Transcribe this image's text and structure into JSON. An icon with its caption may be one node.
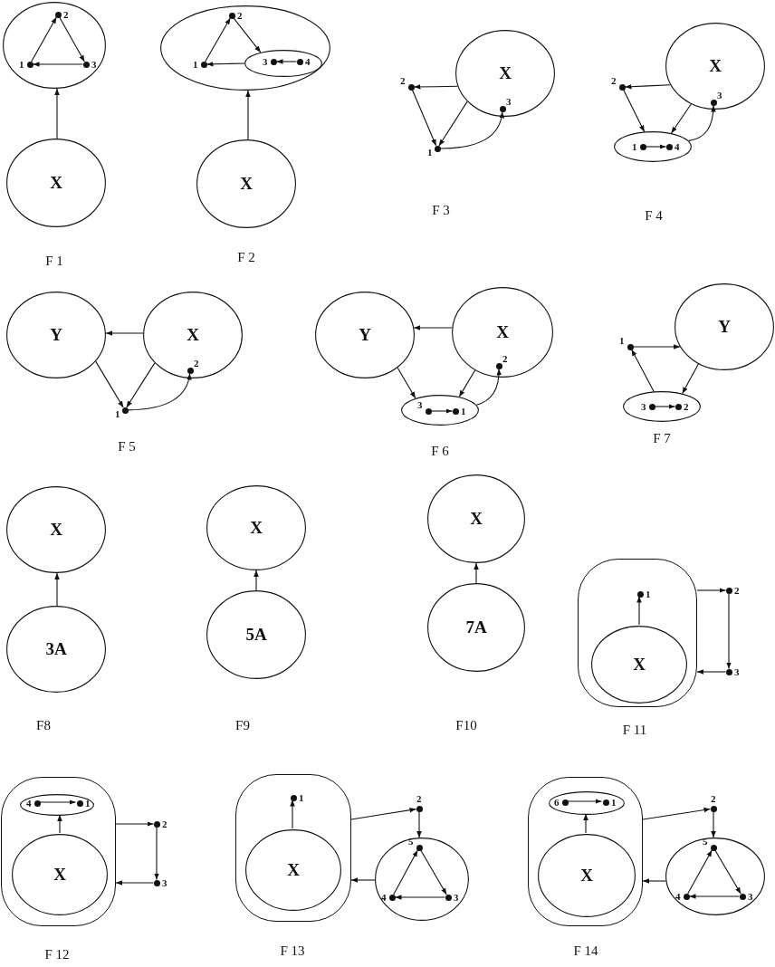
{
  "diagram": {
    "nodes": [
      {
        "text": [],
        "shape": "ellipse"
      },
      {
        "text": [],
        "shape": "dot",
        "in": 0,
        "beside": [
          "2"
        ]
      },
      {
        "text": [],
        "shape": "dot",
        "in": 0,
        "beside": [
          "1"
        ]
      },
      {
        "text": [],
        "shape": "dot",
        "in": 0,
        "beside": [
          "3"
        ]
      },
      {
        "text": [
          "X"
        ]
      },
      {
        "text": [],
        "shape": "ellipse"
      },
      {
        "text": [],
        "shape": "dot",
        "in": 5,
        "beside": [
          "2"
        ]
      },
      {
        "text": [],
        "shape": "dot",
        "in": 5,
        "beside": [
          "1"
        ]
      },
      {
        "text": [],
        "shape": "ellipse",
        "in": 5
      },
      {
        "text": [],
        "shape": "dot",
        "in": 8,
        "beside": [
          "3"
        ]
      },
      {
        "text": [],
        "shape": "dot",
        "in": 8,
        "beside": [
          "4"
        ]
      },
      {
        "text": [
          "X"
        ]
      },
      {
        "text": [
          "X"
        ]
      },
      {
        "text": [],
        "shape": "dot",
        "beside": [
          "2"
        ]
      },
      {
        "text": [],
        "shape": "dot",
        "in": 12,
        "beside": [
          "3"
        ]
      },
      {
        "text": [],
        "shape": "dot",
        "beside": [
          "1"
        ]
      },
      {
        "text": [
          "X"
        ]
      },
      {
        "text": [],
        "shape": "dot",
        "beside": [
          "2"
        ]
      },
      {
        "text": [],
        "shape": "dot",
        "in": 16,
        "beside": [
          "3"
        ]
      },
      {
        "text": [],
        "shape": "ellipse"
      },
      {
        "text": [],
        "shape": "dot",
        "in": 19,
        "beside": [
          "1"
        ]
      },
      {
        "text": [],
        "shape": "dot",
        "in": 19,
        "beside": [
          "4"
        ]
      },
      {
        "text": [
          "Y"
        ]
      },
      {
        "text": [
          "X"
        ]
      },
      {
        "text": [],
        "shape": "dot",
        "in": 23,
        "beside": [
          "2"
        ]
      },
      {
        "text": [],
        "shape": "dot",
        "beside": [
          "1"
        ]
      },
      {
        "text": [
          "Y"
        ]
      },
      {
        "text": [
          "X"
        ]
      },
      {
        "text": [],
        "shape": "dot",
        "in": 27,
        "beside": [
          "2"
        ]
      },
      {
        "text": [],
        "shape": "ellipse"
      },
      {
        "text": [],
        "shape": "dot",
        "in": 29,
        "beside": [
          "3"
        ]
      },
      {
        "text": [],
        "shape": "dot",
        "in": 29,
        "beside": [
          "1"
        ]
      },
      {
        "text": [],
        "shape": "dot",
        "beside": [
          "1"
        ]
      },
      {
        "text": [
          "Y"
        ]
      },
      {
        "text": [],
        "shape": "ellipse"
      },
      {
        "text": [],
        "shape": "dot",
        "in": 34,
        "beside": [
          "3"
        ]
      },
      {
        "text": [],
        "shape": "dot",
        "in": 34,
        "beside": [
          "2"
        ]
      },
      {
        "text": [
          "X"
        ]
      },
      {
        "text": [
          "3A"
        ]
      },
      {
        "text": [
          "X"
        ]
      },
      {
        "text": [
          "5A"
        ]
      },
      {
        "text": [
          "X"
        ]
      },
      {
        "text": [
          "7A"
        ]
      },
      {
        "text": [],
        "shape": "box"
      },
      {
        "text": [],
        "shape": "dot",
        "in": 43,
        "beside": [
          "1"
        ]
      },
      {
        "text": [
          "X"
        ],
        "in": 43
      },
      {
        "text": [],
        "shape": "dot",
        "beside": [
          "2"
        ]
      },
      {
        "text": [],
        "shape": "dot",
        "beside": [
          "3"
        ]
      },
      {
        "text": [],
        "shape": "box"
      },
      {
        "text": [],
        "shape": "ellipse",
        "in": 48
      },
      {
        "text": [],
        "shape": "dot",
        "in": 49,
        "beside": [
          "4"
        ]
      },
      {
        "text": [],
        "shape": "dot",
        "in": 49,
        "beside": [
          "1"
        ]
      },
      {
        "text": [
          "X"
        ],
        "in": 48
      },
      {
        "text": [],
        "shape": "dot",
        "beside": [
          "2"
        ]
      },
      {
        "text": [],
        "shape": "dot",
        "beside": [
          "3"
        ]
      },
      {
        "text": [],
        "shape": "box"
      },
      {
        "text": [],
        "shape": "dot",
        "in": 55,
        "beside": [
          "1"
        ]
      },
      {
        "text": [
          "X"
        ],
        "in": 55
      },
      {
        "text": [],
        "shape": "dot",
        "beside": [
          "2"
        ]
      },
      {
        "text": [],
        "shape": "ellipse"
      },
      {
        "text": [],
        "shape": "dot",
        "in": 59,
        "beside": [
          "5"
        ]
      },
      {
        "text": [],
        "shape": "dot",
        "in": 59,
        "beside": [
          "4"
        ]
      },
      {
        "text": [],
        "shape": "dot",
        "in": 59,
        "beside": [
          "3"
        ]
      },
      {
        "text": [],
        "shape": "box"
      },
      {
        "text": [],
        "shape": "ellipse",
        "in": 63
      },
      {
        "text": [],
        "shape": "dot",
        "in": 64,
        "beside": [
          "6"
        ]
      },
      {
        "text": [],
        "shape": "dot",
        "in": 64,
        "beside": [
          "1"
        ]
      },
      {
        "text": [
          "X"
        ],
        "in": 63
      },
      {
        "text": [],
        "shape": "dot",
        "beside": [
          "2"
        ]
      },
      {
        "text": [],
        "shape": "ellipse"
      },
      {
        "text": [],
        "shape": "dot",
        "in": 69,
        "beside": [
          "5"
        ]
      },
      {
        "text": [],
        "shape": "dot",
        "in": 69,
        "beside": [
          "4"
        ]
      },
      {
        "text": [],
        "shape": "dot",
        "in": 69,
        "beside": [
          "3"
        ]
      }
    ],
    "edges": [
      {
        "from": 4,
        "to": 0,
        "arrow": "to"
      },
      {
        "from": 2,
        "to": 1,
        "arrow": "to"
      },
      {
        "from": 1,
        "to": 3,
        "arrow": "to"
      },
      {
        "from": 3,
        "to": 2,
        "arrow": "to"
      },
      {
        "from": 11,
        "to": 5,
        "arrow": "to"
      },
      {
        "from": 7,
        "to": 6,
        "arrow": "to"
      },
      {
        "from": 6,
        "to": 8,
        "arrow": "to"
      },
      {
        "from": 8,
        "to": 7,
        "arrow": "to"
      },
      {
        "from": 10,
        "to": 9,
        "arrow": "to"
      },
      {
        "from": 12,
        "to": 13,
        "arrow": "to"
      },
      {
        "from": 13,
        "to": 15,
        "arrow": "to"
      },
      {
        "from": 12,
        "to": 15,
        "arrow": "to"
      },
      {
        "from": 15,
        "to": 14,
        "arrow": "to"
      },
      {
        "from": 16,
        "to": 17,
        "arrow": "to"
      },
      {
        "from": 17,
        "to": 19,
        "arrow": "to"
      },
      {
        "from": 16,
        "to": 19,
        "arrow": "to"
      },
      {
        "from": 19,
        "to": 18,
        "arrow": "to"
      },
      {
        "from": 20,
        "to": 21,
        "arrow": "to"
      },
      {
        "from": 23,
        "to": 22,
        "arrow": "to"
      },
      {
        "from": 22,
        "to": 25,
        "arrow": "to"
      },
      {
        "from": 23,
        "to": 25,
        "arrow": "to"
      },
      {
        "from": 25,
        "to": 24,
        "arrow": "to"
      },
      {
        "from": 27,
        "to": 26,
        "arrow": "to"
      },
      {
        "from": 26,
        "to": 29,
        "arrow": "to"
      },
      {
        "from": 27,
        "to": 29,
        "arrow": "to"
      },
      {
        "from": 29,
        "to": 28,
        "arrow": "to"
      },
      {
        "from": 30,
        "to": 31,
        "arrow": "to"
      },
      {
        "from": 32,
        "to": 33,
        "arrow": "to"
      },
      {
        "from": 33,
        "to": 34,
        "arrow": "to"
      },
      {
        "from": 34,
        "to": 32,
        "arrow": "to"
      },
      {
        "from": 35,
        "to": 36,
        "arrow": "to"
      },
      {
        "from": 38,
        "to": 37,
        "arrow": "to"
      },
      {
        "from": 40,
        "to": 39,
        "arrow": "to"
      },
      {
        "from": 42,
        "to": 41,
        "arrow": "to"
      },
      {
        "from": 45,
        "to": 44,
        "arrow": "to"
      },
      {
        "from": 43,
        "to": 46,
        "arrow": "to"
      },
      {
        "from": 46,
        "to": 47,
        "arrow": "to"
      },
      {
        "from": 47,
        "to": 43,
        "arrow": "to"
      },
      {
        "from": 52,
        "to": 49,
        "arrow": "to"
      },
      {
        "from": 50,
        "to": 51,
        "arrow": "to"
      },
      {
        "from": 48,
        "to": 53,
        "arrow": "to"
      },
      {
        "from": 53,
        "to": 54,
        "arrow": "to"
      },
      {
        "from": 54,
        "to": 48,
        "arrow": "to"
      },
      {
        "from": 57,
        "to": 56,
        "arrow": "to"
      },
      {
        "from": 55,
        "to": 58,
        "arrow": "to"
      },
      {
        "from": 58,
        "to": 59,
        "arrow": "to"
      },
      {
        "from": 59,
        "to": 55,
        "arrow": "to"
      },
      {
        "from": 61,
        "to": 60,
        "arrow": "to"
      },
      {
        "from": 60,
        "to": 62,
        "arrow": "to"
      },
      {
        "from": 62,
        "to": 61,
        "arrow": "to"
      },
      {
        "from": 67,
        "to": 64,
        "arrow": "to"
      },
      {
        "from": 65,
        "to": 66,
        "arrow": "to"
      },
      {
        "from": 63,
        "to": 68,
        "arrow": "to"
      },
      {
        "from": 68,
        "to": 69,
        "arrow": "to"
      },
      {
        "from": 69,
        "to": 63,
        "arrow": "to"
      },
      {
        "from": 71,
        "to": 70,
        "arrow": "to"
      },
      {
        "from": 70,
        "to": 72,
        "arrow": "to"
      },
      {
        "from": 72,
        "to": 71,
        "arrow": "to"
      }
    ],
    "labels": [
      "F 1",
      "F 2",
      "F 3",
      "F 4",
      "F 5",
      "F 6",
      "F 7",
      "F8",
      "F9",
      "F10",
      "F 11",
      "F 12",
      "F 13",
      "F 14"
    ]
  }
}
